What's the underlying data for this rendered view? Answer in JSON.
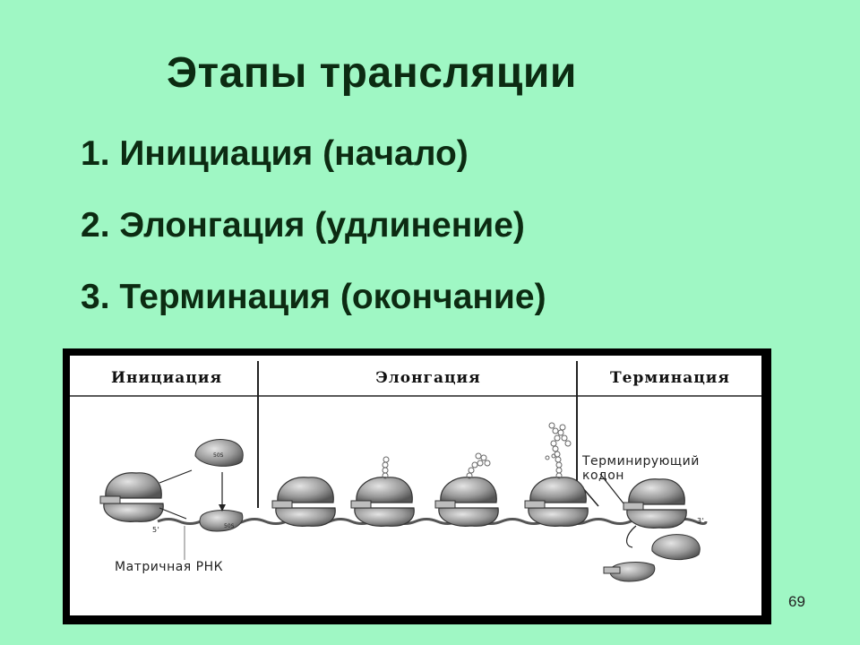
{
  "slide": {
    "title": "Этапы трансляции",
    "stages": [
      "1. Инициация (начало)",
      "2. Элонгация (удлинение)",
      "3. Терминация (окончание)"
    ],
    "page_number": "69"
  },
  "diagram": {
    "headers": [
      "Инициация",
      "Элонгация",
      "Терминация"
    ],
    "labels": {
      "terminating_codon_line1": "Терминирующий",
      "terminating_codon_line2": "кодон",
      "mrna": "Матричная РНК",
      "five_prime": "5'",
      "three_prime": "3'",
      "small_subunit": "50S",
      "large_subunit": "50S"
    }
  }
}
